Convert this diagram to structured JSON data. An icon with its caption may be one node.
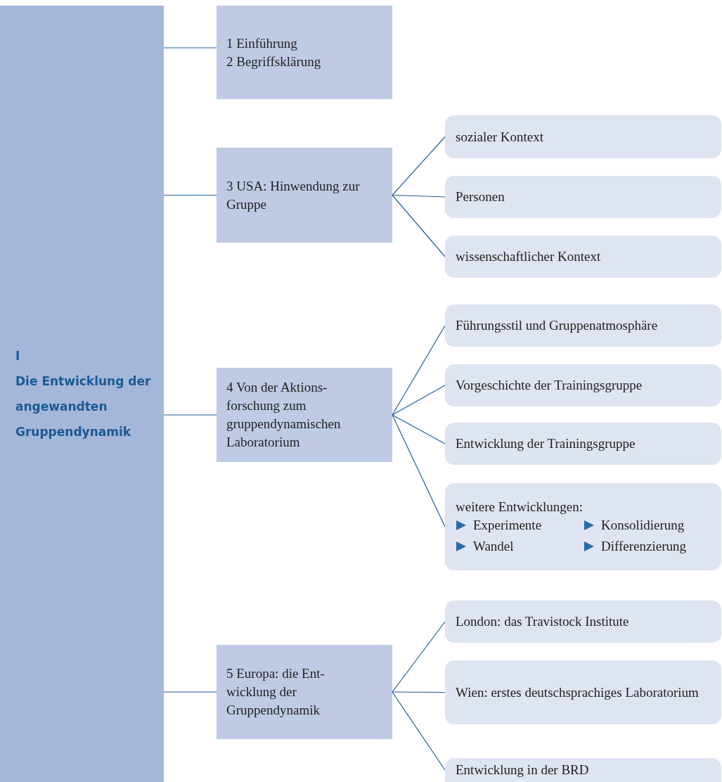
{
  "diagram": {
    "nodes": [
      {
        "text": [
          "I",
          "Die Entwicklung der angewandten Gruppendynamik"
        ]
      },
      {
        "text": [
          "1 Einführung",
          "2 Begriffsklärung"
        ]
      },
      {
        "text": [
          "3 USA: Hinwendung zur Gruppe"
        ]
      },
      {
        "text": [
          "sozialer Kontext"
        ]
      },
      {
        "text": [
          "Personen"
        ]
      },
      {
        "text": [
          "wissenschaftlicher Kontext"
        ]
      },
      {
        "text": [
          "4 Von der Aktions-forschung zum gruppendynamischen Laboratorium"
        ]
      },
      {
        "text": [
          "Führungsstil und Gruppenatmosphäre"
        ]
      },
      {
        "text": [
          "Vorgeschichte der Trainingsgruppe"
        ]
      },
      {
        "text": [
          "Entwicklung der Trainingsgruppe"
        ]
      },
      {
        "text": [
          "weitere Entwicklungen:",
          "Experimente",
          "Konsolidierung",
          "Wandel",
          "Differenzierung"
        ]
      },
      {
        "text": [
          "5 Europa: die Ent-wicklung der Gruppendynamik"
        ]
      },
      {
        "text": [
          "London: das Travistock Institute"
        ]
      },
      {
        "text": [
          "Wien: erstes deutschsprachiges Laboratorium"
        ]
      },
      {
        "text": [
          "Entwicklung in der BRD"
        ]
      }
    ],
    "edges": [
      {
        "from": 0,
        "to": 1,
        "arrow": "none"
      },
      {
        "from": 0,
        "to": 2,
        "arrow": "none"
      },
      {
        "from": 0,
        "to": 6,
        "arrow": "none"
      },
      {
        "from": 0,
        "to": 11,
        "arrow": "none"
      },
      {
        "from": 2,
        "to": 3,
        "arrow": "none"
      },
      {
        "from": 2,
        "to": 4,
        "arrow": "none"
      },
      {
        "from": 2,
        "to": 5,
        "arrow": "none"
      },
      {
        "from": 6,
        "to": 7,
        "arrow": "none"
      },
      {
        "from": 6,
        "to": 8,
        "arrow": "none"
      },
      {
        "from": 6,
        "to": 9,
        "arrow": "none"
      },
      {
        "from": 6,
        "to": 10,
        "arrow": "none"
      },
      {
        "from": 11,
        "to": 12,
        "arrow": "none"
      },
      {
        "from": 11,
        "to": 13,
        "arrow": "none"
      },
      {
        "from": 11,
        "to": 14,
        "arrow": "none"
      }
    ]
  }
}
